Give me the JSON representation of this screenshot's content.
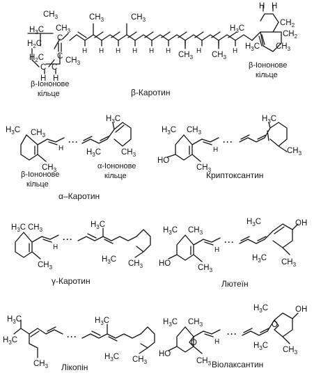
{
  "labels": {
    "beta_ring_left_1": "β-Iононове",
    "beta_ring_left_2": "кільце",
    "beta_ring_right_1": "β-Iононове",
    "beta_ring_right_2": "кільце",
    "beta_carotene": "β-Каротин",
    "alpha_beta_ring_1": "β-Iононове",
    "alpha_beta_ring_2": "кільце",
    "alpha_alpha_ring_1": "α-Iононове",
    "alpha_alpha_ring_2": "кільце",
    "alpha_carotene": "α–Каротин",
    "cryptoxanthin": "Криптоксантин",
    "gamma_carotene": "γ-Каротин",
    "lutein": "Лютеїн",
    "lycopene": "Лікопін",
    "violaxanthin": "Віолаксантин"
  },
  "atoms": {
    "ch3": "CH",
    "ch3_sub": "3",
    "h3c": "H",
    "h3c_sub": "3",
    "h3c_c": "C",
    "h2c": "H",
    "h2c_sub": "2",
    "ch2": "CH",
    "ch2_sub": "2",
    "c": "C",
    "h": "H",
    "oh": "OH",
    "ho": "HO",
    "o": "O"
  },
  "dots": "···"
}
